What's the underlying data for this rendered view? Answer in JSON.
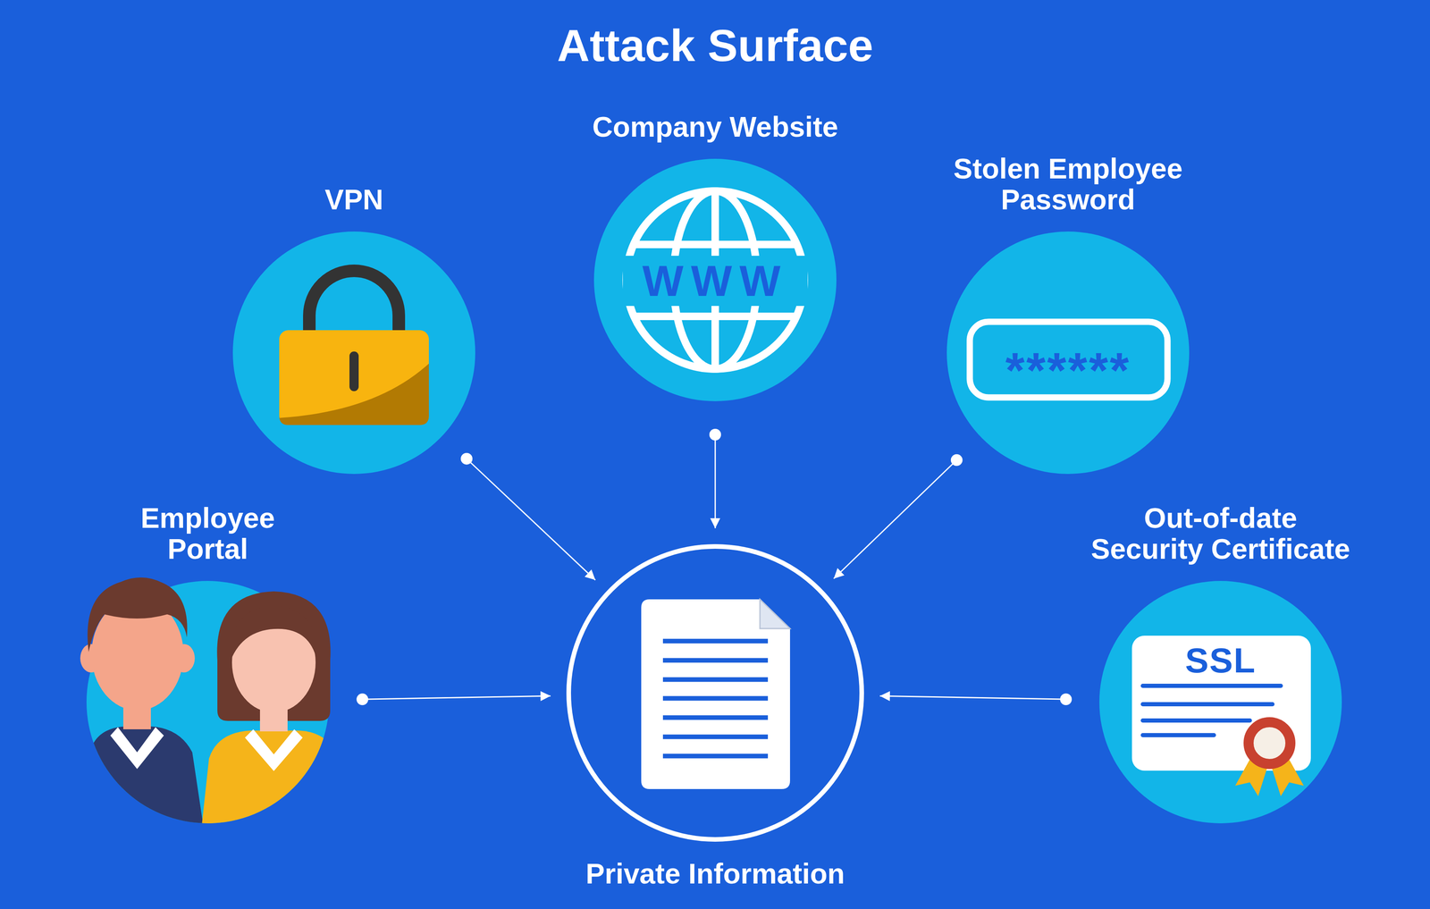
{
  "diagram": {
    "title": "Attack Surface",
    "nodes": [
      {
        "text": [
          "Company Website"
        ]
      },
      {
        "text": [
          "VPN"
        ]
      },
      {
        "text": [
          "Stolen Employee Password"
        ]
      },
      {
        "text": [
          "Employee Portal"
        ]
      },
      {
        "text": [
          "Out-of-date Security Certificate"
        ]
      },
      {
        "text": [
          "Private Information"
        ]
      }
    ],
    "edges": [
      {
        "from": 1,
        "to": 5,
        "arrow": "to"
      },
      {
        "from": 0,
        "to": 5,
        "arrow": "to"
      },
      {
        "from": 2,
        "to": 5,
        "arrow": "to"
      },
      {
        "from": 3,
        "to": 5,
        "arrow": "to"
      },
      {
        "from": 4,
        "to": 5,
        "arrow": "to"
      }
    ],
    "labels": [
      "WWW",
      "******",
      "SSL"
    ]
  }
}
